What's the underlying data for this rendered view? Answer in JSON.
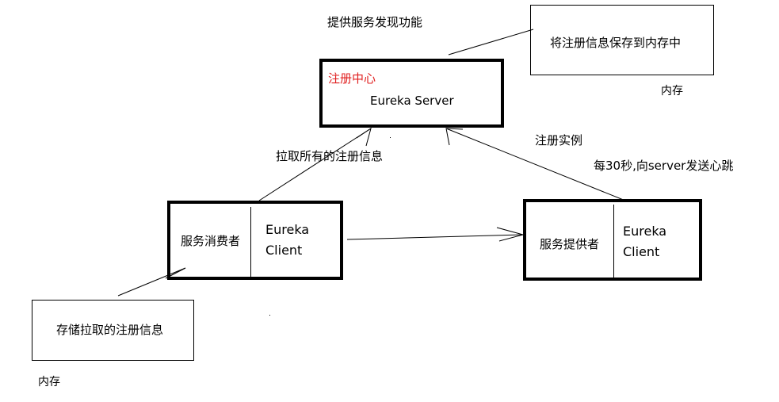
{
  "registry": {
    "tag": "注册中心",
    "name": "Eureka Server",
    "function_note": "提供服务发现功能"
  },
  "server_memory": {
    "note": "将注册信息保存到内存中",
    "label": "内存"
  },
  "consumer": {
    "name": "服务消费者",
    "client_line1": "Eureka",
    "client_line2": "Client"
  },
  "provider": {
    "name": "服务提供者",
    "client_line1": "Eureka",
    "client_line2": "Client"
  },
  "consumer_memory": {
    "note": "存储拉取的注册信息",
    "label": "内存"
  },
  "edges": {
    "pull": "拉取所有的注册信息",
    "register": "注册实例",
    "heartbeat": "每30秒,向server发送心跳"
  },
  "colors": {
    "highlight": "#e02020",
    "line": "#000000"
  }
}
